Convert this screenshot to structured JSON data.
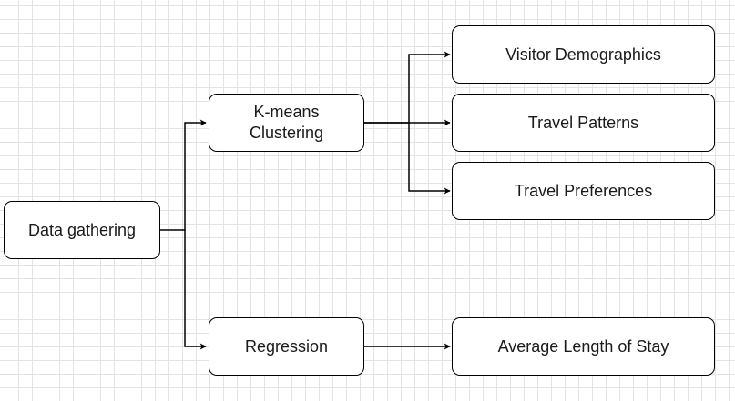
{
  "diagram": {
    "nodes": {
      "data_gathering": "Data gathering",
      "kmeans_line1": "K-means",
      "kmeans_line2": "Clustering",
      "regression": "Regression",
      "visitor_demographics": "Visitor Demographics",
      "travel_patterns": "Travel Patterns",
      "travel_preferences": "Travel Preferences",
      "average_length_of_stay": "Average Length of Stay"
    },
    "edges": [
      {
        "from": "data_gathering",
        "to": "kmeans_clustering"
      },
      {
        "from": "data_gathering",
        "to": "regression"
      },
      {
        "from": "kmeans_clustering",
        "to": "visitor_demographics"
      },
      {
        "from": "kmeans_clustering",
        "to": "travel_patterns"
      },
      {
        "from": "kmeans_clustering",
        "to": "travel_preferences"
      },
      {
        "from": "regression",
        "to": "average_length_of_stay"
      }
    ],
    "colors": {
      "stroke": "#000000",
      "fill": "#ffffff",
      "grid": "#e3e3e3"
    }
  }
}
